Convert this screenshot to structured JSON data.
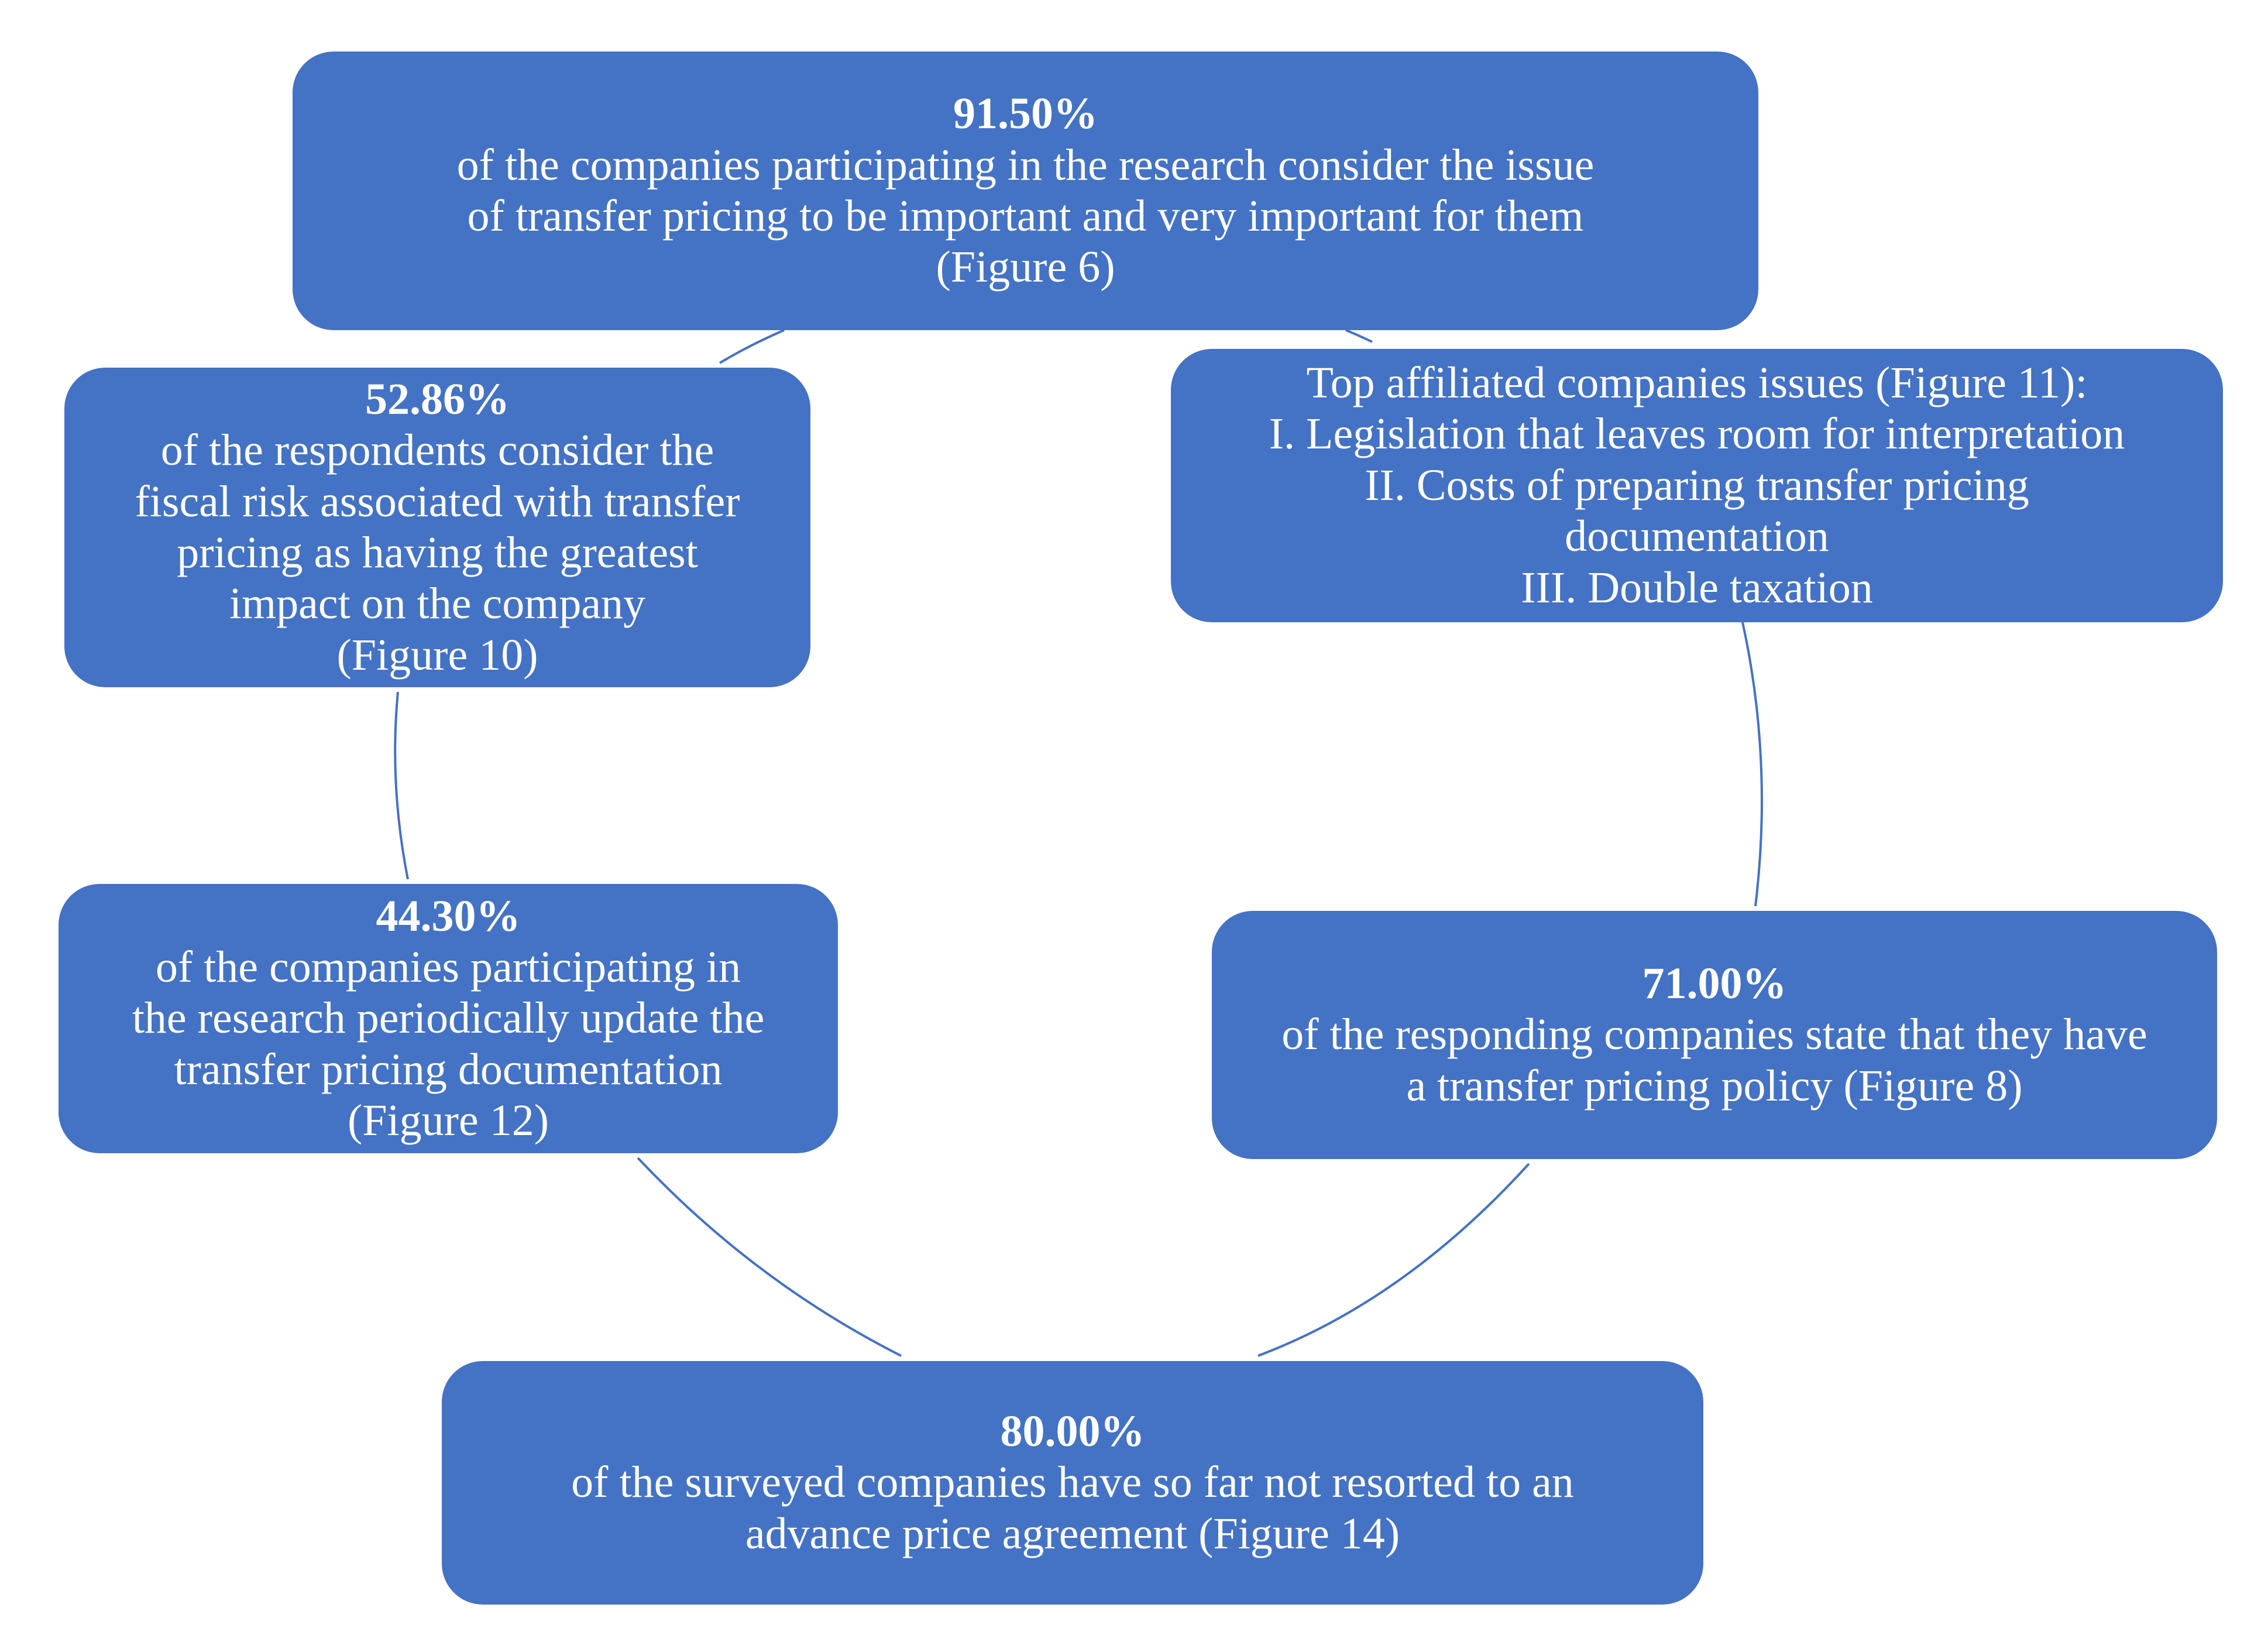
{
  "colors": {
    "box_fill": "#4472C4",
    "box_text": "#FFFFFF",
    "connector": "#4472C4",
    "background": "#FFFFFF"
  },
  "nodes": {
    "top": {
      "stat": "91.50%",
      "text": "of the companies participating in the research consider the issue\nof transfer pricing to be important and very important for them\n(Figure 6)"
    },
    "top_right": {
      "text": "Top affiliated companies issues (Figure 11):",
      "items": "I. Legislation that leaves room for interpretation\nII. Costs of preparing transfer pricing\ndocumentation\nIII. Double taxation"
    },
    "middle_right": {
      "stat": "71.00%",
      "text": "of the responding companies state that they have\na transfer pricing policy (Figure 8)"
    },
    "bottom": {
      "stat": "80.00%",
      "text": "of the surveyed companies have so far not resorted to an\nadvance price agreement (Figure 14)"
    },
    "middle_left": {
      "stat": "44.30%",
      "text": "of the companies participating in\nthe research periodically update the\ntransfer pricing documentation\n(Figure 12)"
    },
    "top_left": {
      "stat": "52.86%",
      "text": "of the respondents consider the\nfiscal risk associated with transfer\npricing as having the greatest\nimpact on the company\n(Figure 10)"
    }
  }
}
